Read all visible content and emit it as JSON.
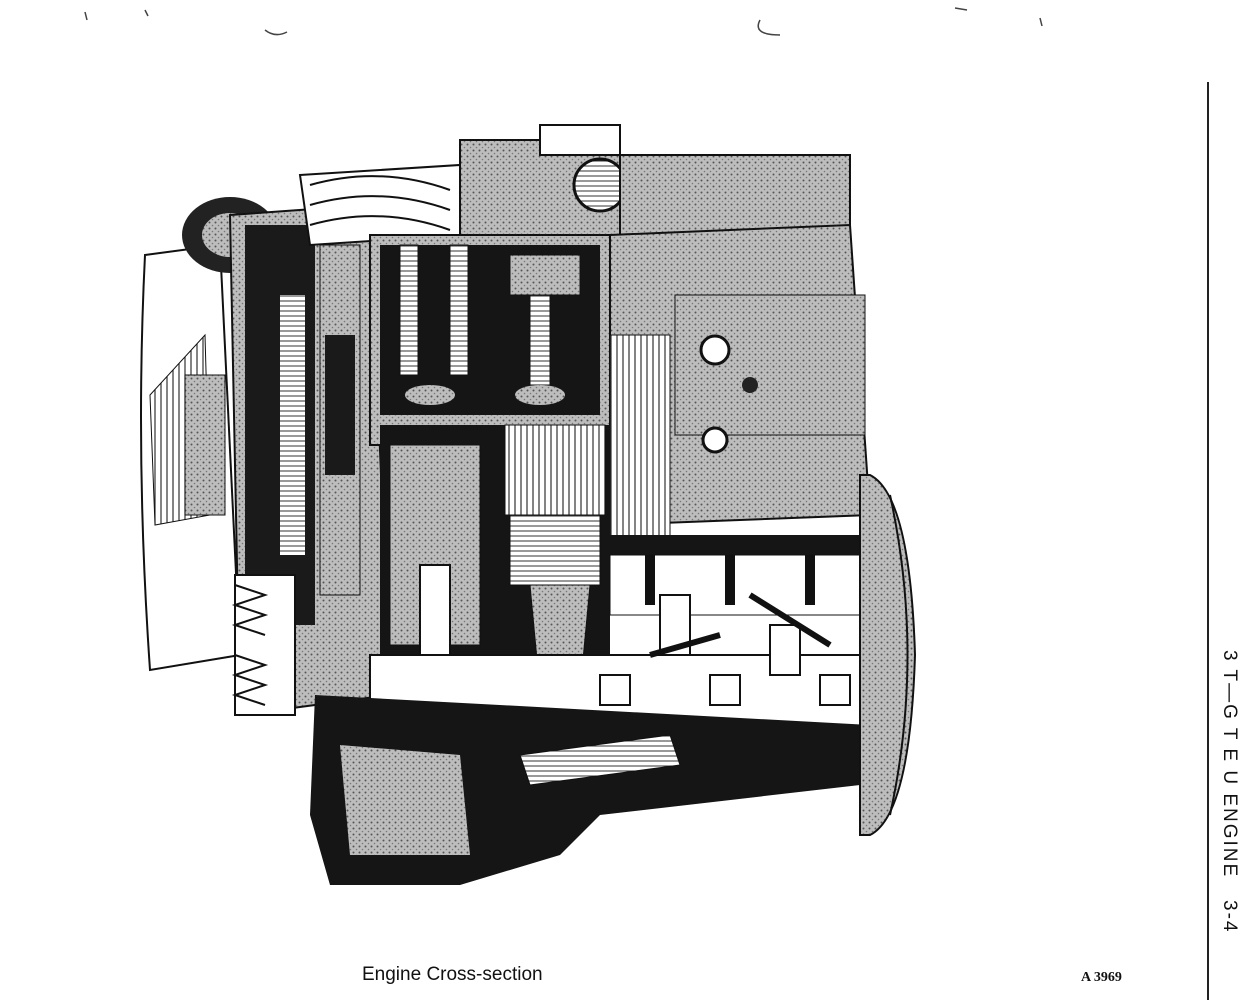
{
  "caption": "Engine Cross-section",
  "figure_number": "A 3969",
  "side_header": {
    "section": "3 T—G T E U ENGINE",
    "page": "3-4"
  }
}
